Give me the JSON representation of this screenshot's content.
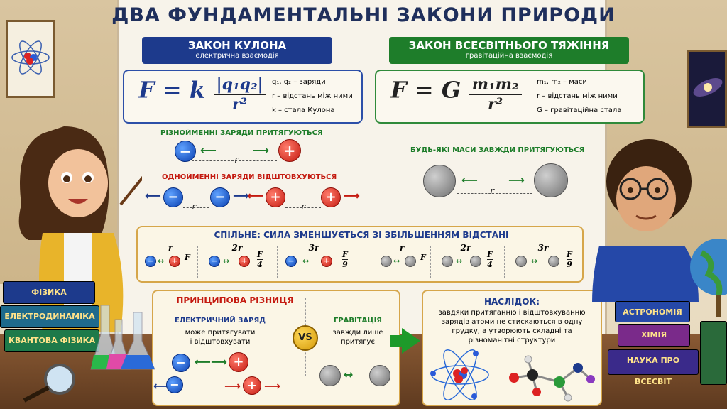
{
  "title": "ДВА ФУНДАМЕНТАЛЬНІ ЗАКОНИ ПРИРОДИ",
  "coulomb": {
    "header": "ЗАКОН КУЛОНА",
    "subheader": "електрична взаємодія",
    "formula_lhs": "F = k",
    "formula_num": "|q₁q₂|",
    "formula_den": "r²",
    "legend": [
      "q₁, q₂ – заряди",
      "r – відстань між ними",
      "k – стала Кулона"
    ],
    "opposite_label": "РІЗНОЙМЕННІ ЗАРЯДИ ПРИТЯГУЮТЬСЯ",
    "same_label": "ОДНОЙМЕННІ ЗАРЯДИ ВІДШТОВХУЮТЬСЯ",
    "r": "r"
  },
  "gravity": {
    "header": "ЗАКОН ВСЕСВІТНЬОГО ТЯЖІННЯ",
    "subheader": "гравітаційна взаємодія",
    "formula_lhs": "F = G",
    "formula_num": "m₁m₂",
    "formula_den": "r²",
    "legend": [
      "m₁, m₂ – маси",
      "r – відстань між ними",
      "G – гравітаційна стала"
    ],
    "attract_label": "БУДЬ-ЯКІ МАСИ ЗАВЖДИ ПРИТЯГУЮТЬСЯ",
    "r": "r"
  },
  "common": {
    "title": "СПІЛЬНЕ:   СИЛА ЗМЕНШУЄТЬСЯ ЗІ ЗБІЛЬШЕННЯМ ВІДСТАНІ",
    "cells": [
      {
        "r": "r",
        "f_num": "F",
        "f_den": ""
      },
      {
        "r": "2r",
        "f_num": "F",
        "f_den": "4"
      },
      {
        "r": "3r",
        "f_num": "F",
        "f_den": "9"
      },
      {
        "r": "r",
        "f_num": "F",
        "f_den": ""
      },
      {
        "r": "2r",
        "f_num": "F",
        "f_den": "4"
      },
      {
        "r": "3r",
        "f_num": "F",
        "f_den": "9"
      }
    ]
  },
  "difference": {
    "title": "ПРИНЦИПОВА РІЗНИЦЯ",
    "electric_title": "ЕЛЕКТРИЧНИЙ ЗАРЯД",
    "electric_text": "може притягувати\nі відштовхувати",
    "vs": "VS",
    "gravity_title": "ГРАВІТАЦІЯ",
    "gravity_text": "завжди лише\nпритягує"
  },
  "result": {
    "title": "НАСЛІДОК:",
    "text": "завдяки притяганню і відштовхуванню зарядів атоми не стискаються в одну грудку, а утворюють складні та різноманітні структури"
  },
  "books_left": [
    "ФІЗИКА",
    "ЕЛЕКТРОДИНАМІКА",
    "КВАНТОВА ФІЗИКА"
  ],
  "books_right": [
    "АСТРОНОМІЯ",
    "ХІМІЯ",
    "НАУКА ПРО ВСЕСВІТ"
  ],
  "signs": {
    "minus": "−",
    "plus": "+"
  },
  "colors": {
    "blue": "#1d3a8c",
    "green": "#1e7d2a",
    "red": "#c41a10",
    "gold": "#d6a64a"
  }
}
